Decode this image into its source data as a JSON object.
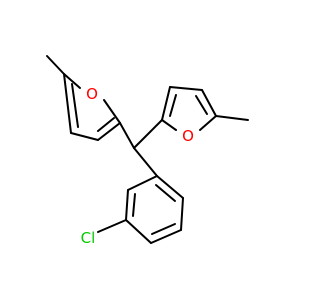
{
  "molecule": {
    "atoms": {
      "o_left": {
        "symbol": "O",
        "color": "#ff0000"
      },
      "o_right": {
        "symbol": "O",
        "color": "#ff0000"
      },
      "cl": {
        "symbol": "Cl",
        "color": "#00cc00"
      }
    },
    "bond_color": "#000000"
  }
}
